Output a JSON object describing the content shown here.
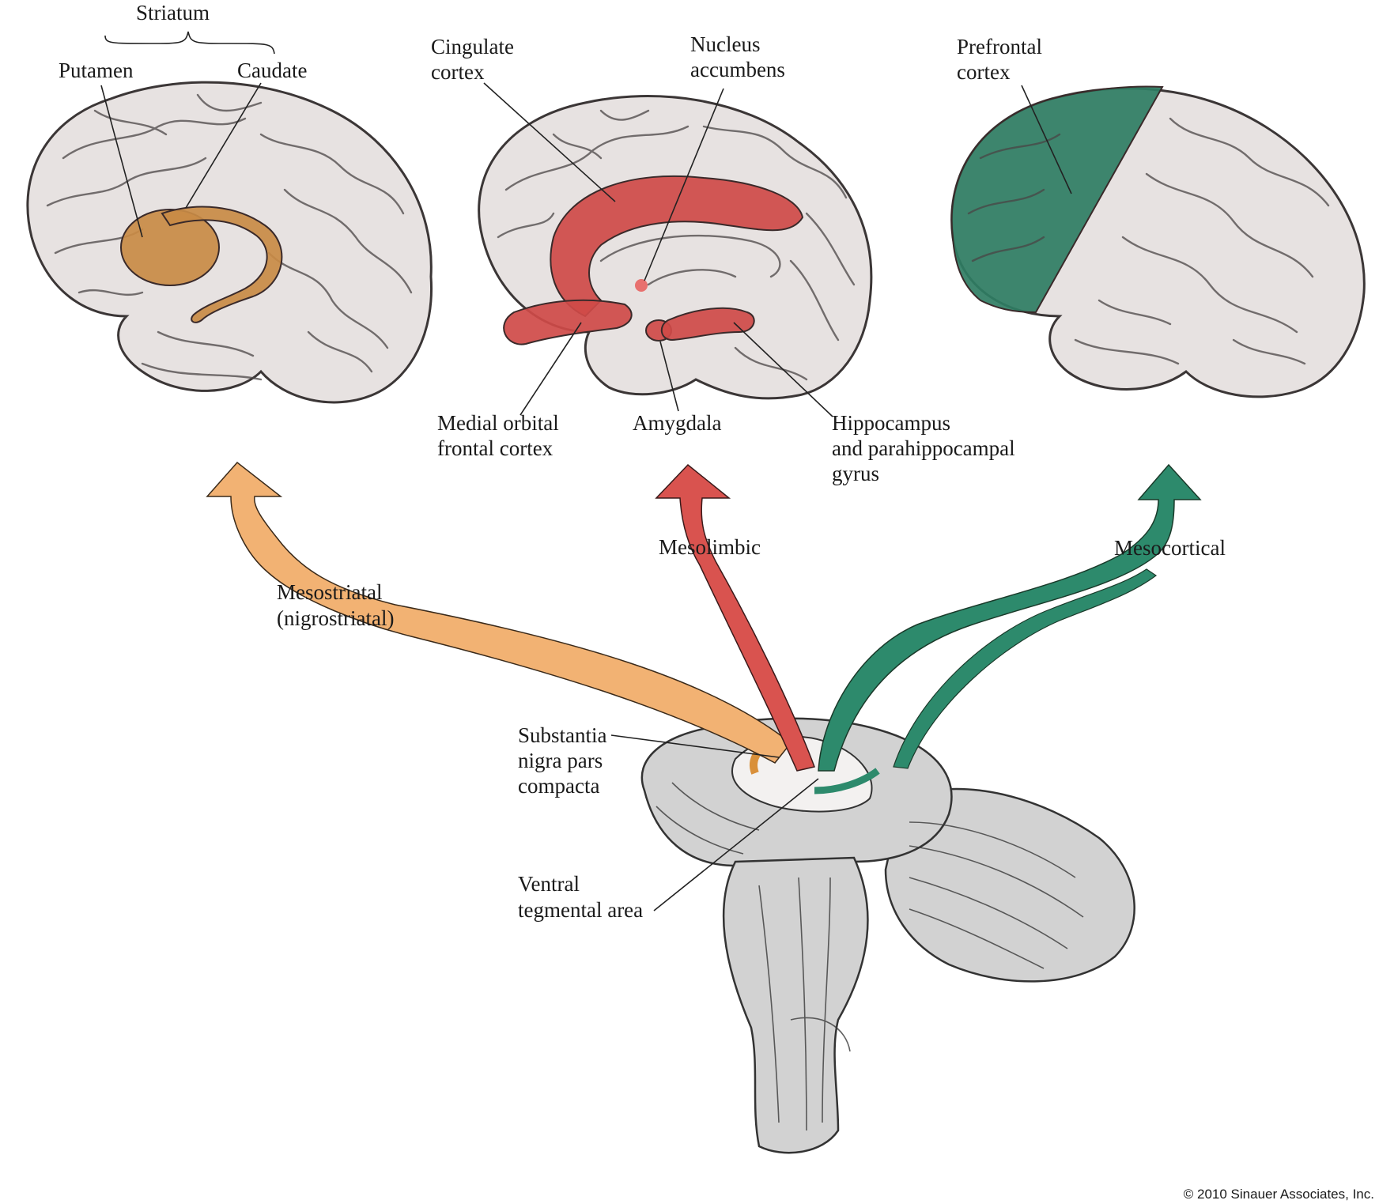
{
  "labels": {
    "striatum": "Striatum",
    "putamen": "Putamen",
    "caudate": "Caudate",
    "cingulate": [
      "Cingulate",
      "cortex"
    ],
    "nucleus": [
      "Nucleus",
      "accumbens"
    ],
    "prefrontal": [
      "Prefrontal",
      "cortex"
    ],
    "medial_orbital": [
      "Medial orbital",
      "frontal cortex"
    ],
    "amygdala": "Amygdala",
    "hippocampus": [
      "Hippocampus",
      "and parahippocampal",
      "gyrus"
    ],
    "mesolimbic": "Mesolimbic",
    "mesocortical": "Mesocortical",
    "mesostriatal": [
      "Mesostriatal",
      "(nigrostriatal)"
    ],
    "substantia": [
      "Substantia",
      "nigra pars",
      "compacta"
    ],
    "ventral": [
      "Ventral",
      "tegmental area"
    ]
  },
  "copyright": "© 2010 Sinauer Associates, Inc.",
  "colors": {
    "mesostriatal": "#f2b273",
    "mesolimbic": "#d9534f",
    "mesocortical": "#2d8a6c",
    "striatum": "#c98b45",
    "limbic": "#cf4a48",
    "prefrontal": "#2f7d63",
    "brain": "#e7e2e1"
  }
}
